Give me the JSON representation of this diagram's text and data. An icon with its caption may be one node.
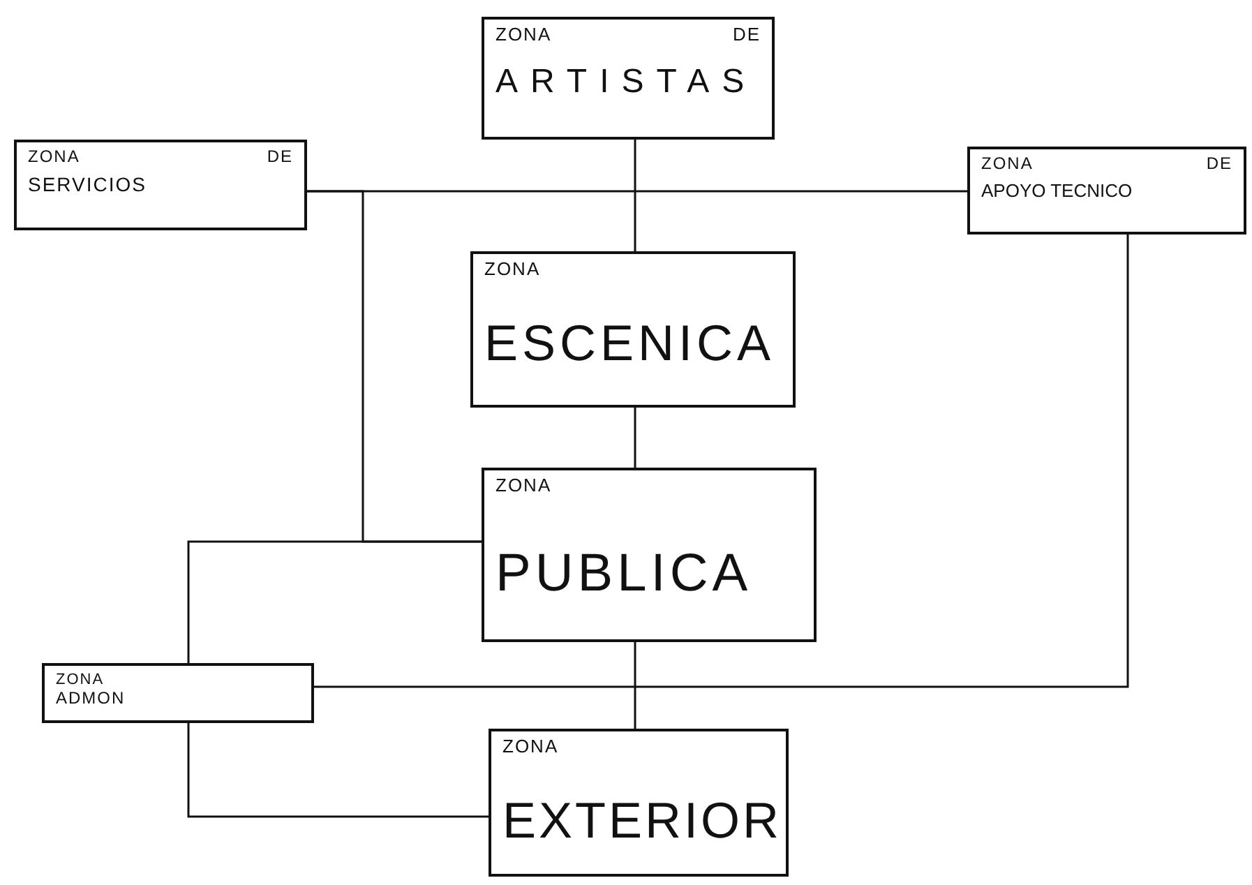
{
  "diagram": {
    "nodes": [
      {
        "text": [
          "ZONA",
          "DE",
          "ARTISTAS"
        ]
      },
      {
        "text": [
          "ZONA",
          "DE",
          "SERVICIOS"
        ]
      },
      {
        "text": [
          "ZONA",
          "DE",
          "APOYO TECNICO"
        ]
      },
      {
        "text": [
          "ZONA",
          "ESCENICA"
        ]
      },
      {
        "text": [
          "ZONA",
          "PUBLICA"
        ]
      },
      {
        "text": [
          "ZONA",
          "ADMON"
        ]
      },
      {
        "text": [
          "ZONA",
          "EXTERIOR"
        ]
      }
    ],
    "edges": [
      {
        "from": 0,
        "to": 3,
        "arrow": "none"
      },
      {
        "from": 1,
        "to": 2,
        "arrow": "none"
      },
      {
        "from": 1,
        "to": 4,
        "arrow": "none"
      },
      {
        "from": 3,
        "to": 4,
        "arrow": "none"
      },
      {
        "from": 4,
        "to": 5,
        "arrow": "none"
      },
      {
        "from": 4,
        "to": 6,
        "arrow": "none"
      },
      {
        "from": 5,
        "to": 2,
        "arrow": "none"
      },
      {
        "from": 5,
        "to": 6,
        "arrow": "none"
      }
    ]
  }
}
